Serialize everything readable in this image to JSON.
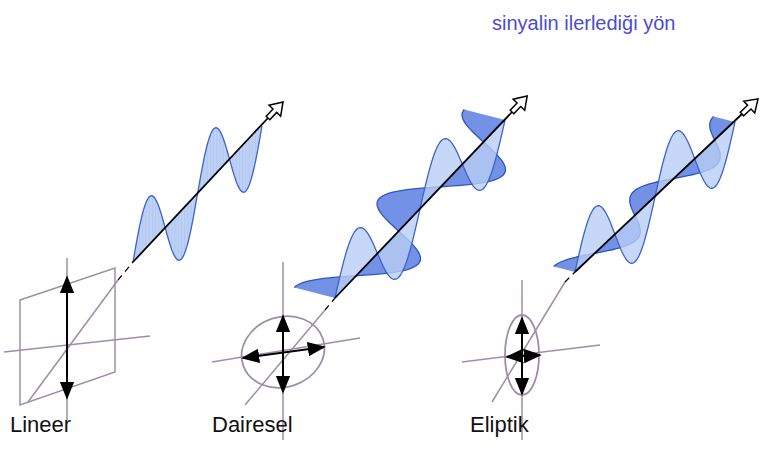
{
  "diagram": {
    "labels": [
      "sinyalin ilerlediği yön",
      "Lineer",
      "Dairesel",
      "Eliptik"
    ]
  }
}
